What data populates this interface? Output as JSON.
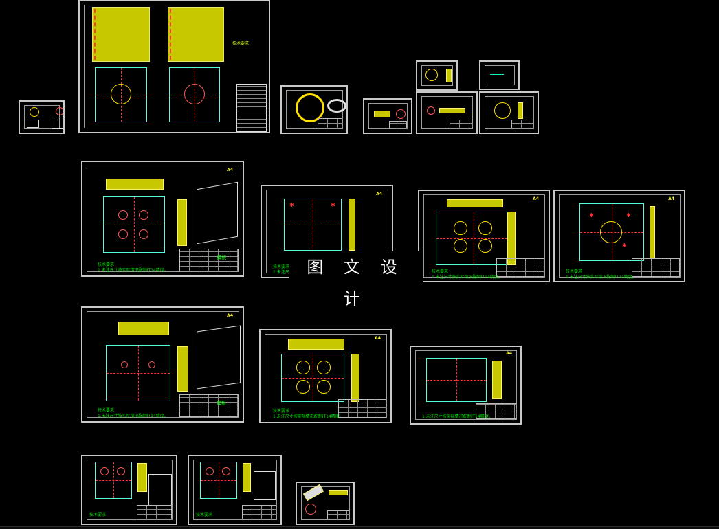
{
  "watermark": {
    "text": "图 文 设 计"
  },
  "drawing": {
    "title_block_name": "模板",
    "sheet_label": "A4",
    "note_heading": "技术要求",
    "note_line": "1.未注尺寸按实际情况配制IT14精度。"
  },
  "colors": {
    "background": "#000000",
    "frame": "#c9c9c9",
    "part_fill": "#c8c800",
    "centerline": "#ff3030",
    "dimension": "#00ffc0",
    "note": "#00e000"
  }
}
